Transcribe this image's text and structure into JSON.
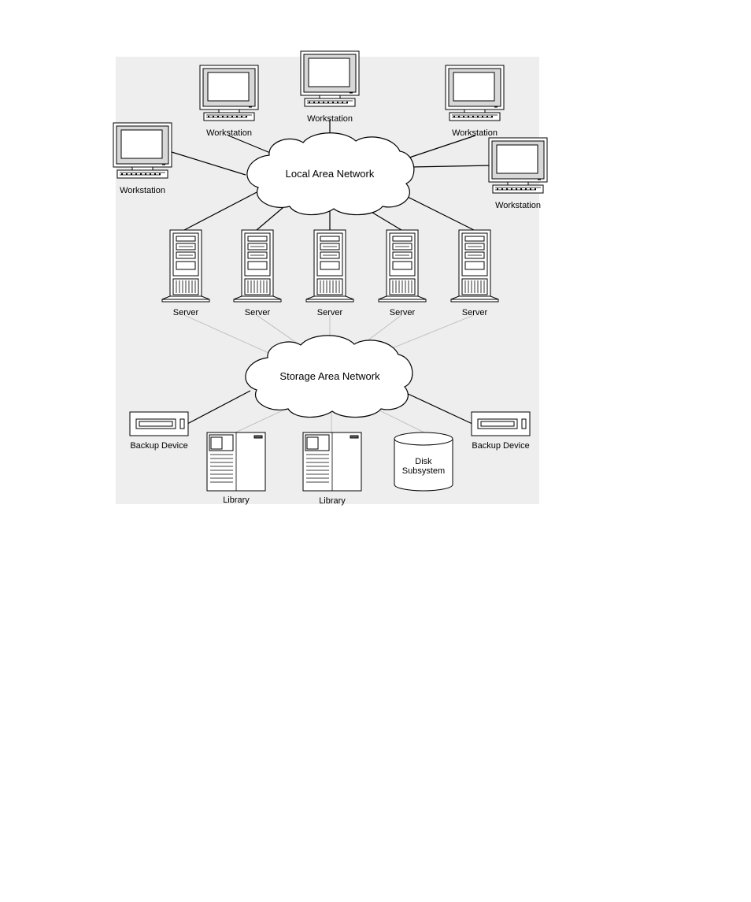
{
  "diagram": {
    "lan_label": "Local Area Network",
    "san_label": "Storage Area Network",
    "workstations": [
      {
        "label": "Workstation"
      },
      {
        "label": "Workstation"
      },
      {
        "label": "Workstation"
      },
      {
        "label": "Workstation"
      },
      {
        "label": "Workstation"
      }
    ],
    "servers": [
      {
        "label": "Server"
      },
      {
        "label": "Server"
      },
      {
        "label": "Server"
      },
      {
        "label": "Server"
      },
      {
        "label": "Server"
      }
    ],
    "backup_devices": [
      {
        "label": "Backup Device"
      },
      {
        "label": "Backup Device"
      }
    ],
    "libraries": [
      {
        "label": "Library"
      },
      {
        "label": "Library"
      }
    ],
    "disk": {
      "line1": "Disk",
      "line2": "Subsystem"
    }
  }
}
